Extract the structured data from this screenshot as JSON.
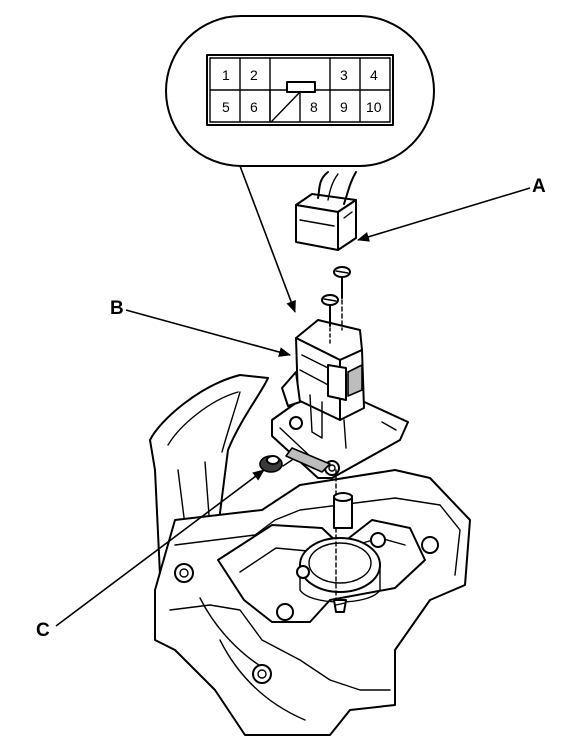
{
  "connector_pins": {
    "row1": [
      "1",
      "2",
      "3",
      "4"
    ],
    "row2": [
      "5",
      "6",
      "8",
      "9",
      "10"
    ]
  },
  "callouts": {
    "a": "A",
    "b": "B",
    "c": "C"
  }
}
